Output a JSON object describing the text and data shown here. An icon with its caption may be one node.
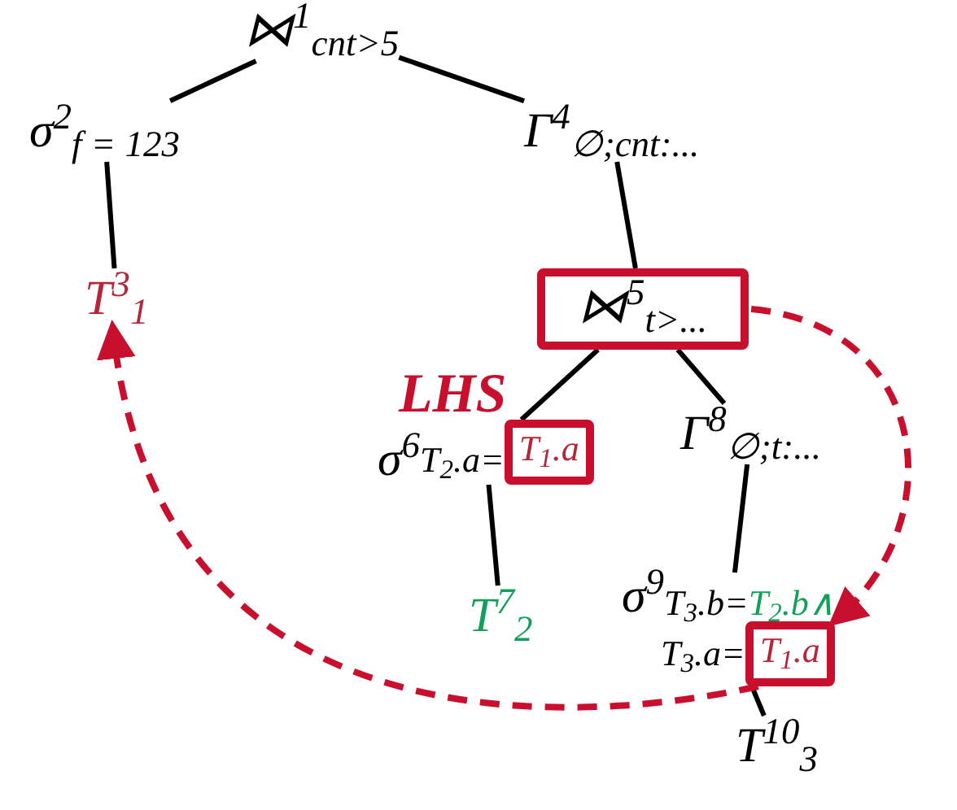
{
  "diagram": {
    "nodes": [
      {
        "text": [
          "⋈$^{1}$$_{cnt>5}$"
        ]
      },
      {
        "text": [
          "σ$^{2}$$_{f = 123}$"
        ]
      },
      {
        "text": [
          "T$^{3}$$_{1}$"
        ]
      },
      {
        "text": [
          "Γ$^{4}$$_{∅;cnt:...}$"
        ]
      },
      {
        "text": [
          "⋈$^{5}$$_{t>...}$"
        ]
      },
      {
        "text": [
          "σ$^{6}$",
          "T$_{2}$.a="
        ]
      },
      {
        "text": [
          "T$_{1}$.a"
        ],
        "in": 5
      },
      {
        "text": [
          "T$^{7}$$_{2}$"
        ]
      },
      {
        "text": [
          "Γ$^{8}$$_{∅;t:...}$"
        ]
      },
      {
        "text": [
          "σ$^{9}$",
          "T$_{3}$.b=",
          "T$_{2}$.b∧",
          "T$_{3}$.a="
        ]
      },
      {
        "text": [
          "T$_{1}$.a"
        ],
        "in": 9
      },
      {
        "text": [
          "T$^{10}$$_{3}$"
        ]
      }
    ],
    "edges": [
      {
        "from": 0,
        "to": 1,
        "arrow": "none"
      },
      {
        "from": 0,
        "to": 3,
        "arrow": "none"
      },
      {
        "from": 1,
        "to": 2,
        "arrow": "none"
      },
      {
        "from": 3,
        "to": 4,
        "arrow": "none"
      },
      {
        "from": 4,
        "to": 5,
        "arrow": "none"
      },
      {
        "from": 4,
        "to": 8,
        "arrow": "none"
      },
      {
        "from": 5,
        "to": 7,
        "arrow": "none"
      },
      {
        "from": 8,
        "to": 9,
        "arrow": "none"
      },
      {
        "from": 9,
        "to": 11,
        "arrow": "none"
      },
      {
        "from": 4,
        "to": 10,
        "arrow": "to",
        "style": "dashed",
        "color": "#c8102e"
      },
      {
        "from": 10,
        "to": 2,
        "arrow": "to",
        "style": "dashed",
        "color": "#c8102e"
      }
    ],
    "labels": [
      "LHS"
    ]
  }
}
